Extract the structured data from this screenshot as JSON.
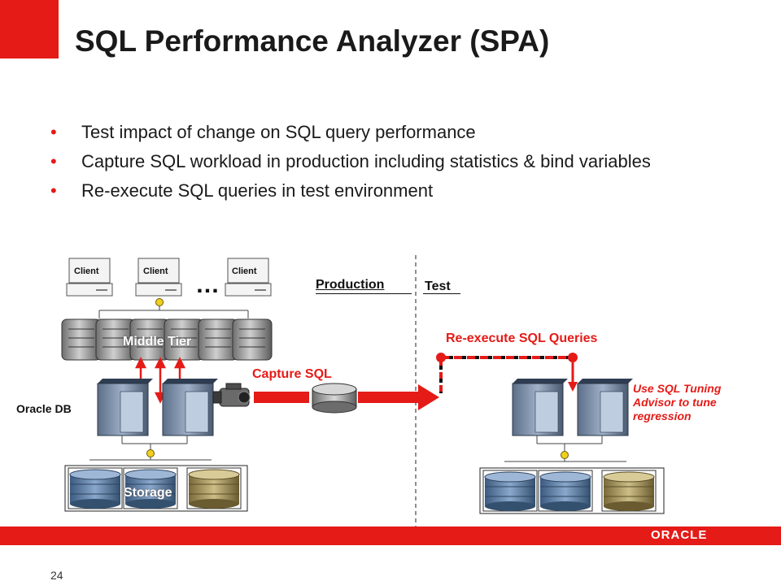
{
  "slide": {
    "title": "SQL Performance Analyzer (SPA)",
    "bullets": [
      "Test impact of change on SQL query performance",
      "Capture SQL workload in production including statistics & bind variables",
      "Re-execute SQL queries in test environment"
    ],
    "page_number": "24",
    "logo_text": "ORACLE"
  },
  "diagram": {
    "client_label": "Client",
    "ellipsis": "…",
    "production_label": "Production",
    "test_label": "Test",
    "middle_tier_label": "Middle Tier",
    "oracle_db_label": "Oracle DB",
    "storage_label": "Storage",
    "capture_label": "Capture SQL",
    "reexecute_label": "Re-execute SQL Queries",
    "tuning_note": "Use SQL Tuning Advisor to tune regression"
  },
  "colors": {
    "accent": "#e41b17",
    "text": "#1a1a1a"
  }
}
